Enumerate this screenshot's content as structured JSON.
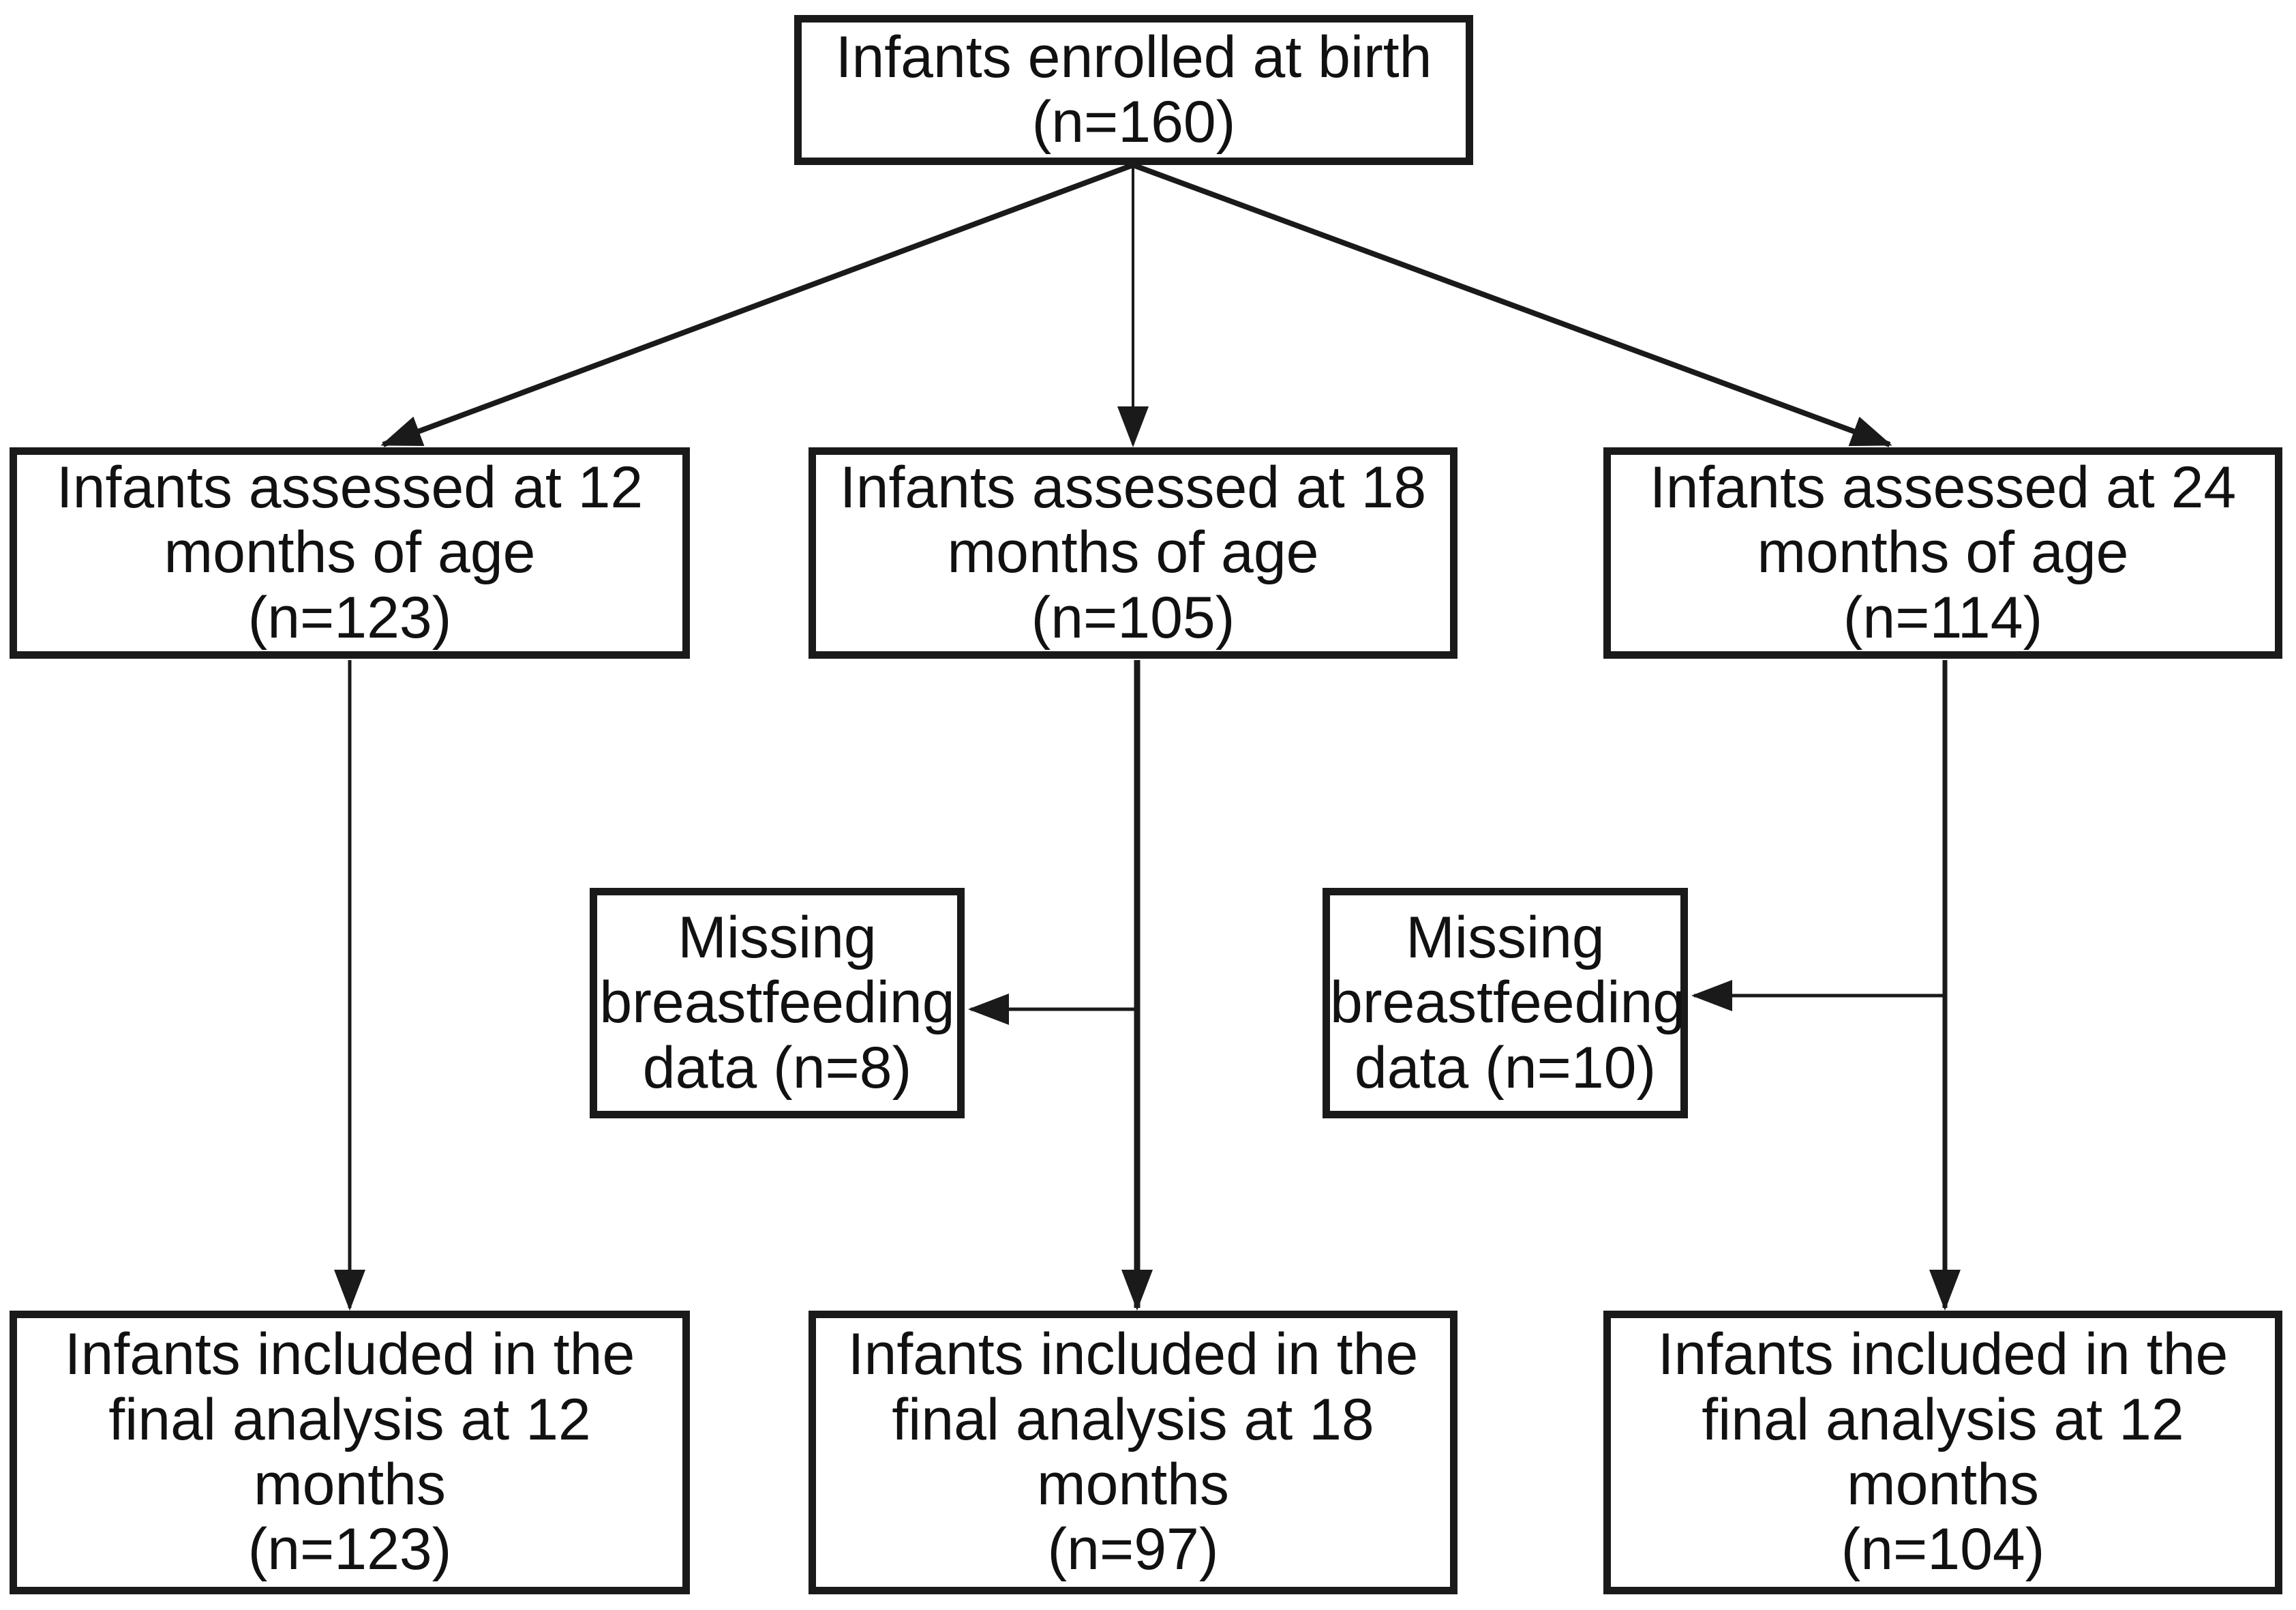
{
  "flowchart": {
    "background_color": "#ffffff",
    "line_color": "#1a1a1a",
    "boxes": {
      "enrolled": {
        "text": "Infants enrolled at birth\n(n=160)"
      },
      "assessed_12mo": {
        "text": "Infants assessed at 12\nmonths of age\n(n=123)"
      },
      "assessed_18mo": {
        "text": "Infants assessed at 18\nmonths of age\n(n=105)"
      },
      "assessed_24mo": {
        "text": "Infants assessed at 24\nmonths of age\n(n=114)"
      },
      "missing_18mo": {
        "text": "Missing\nbreastfeeding\ndata (n=8)"
      },
      "missing_24mo": {
        "text": "Missing\nbreastfeeding\ndata (n=10)"
      },
      "final_12mo": {
        "text": "Infants included in the\nfinal analysis at 12\nmonths\n(n=123)"
      },
      "final_18mo": {
        "text": "Infants included in the\nfinal analysis at 18\nmonths\n(n=97)"
      },
      "final_24mo": {
        "text": "Infants included in the\nfinal analysis at 12\nmonths\n(n=104)"
      }
    }
  }
}
